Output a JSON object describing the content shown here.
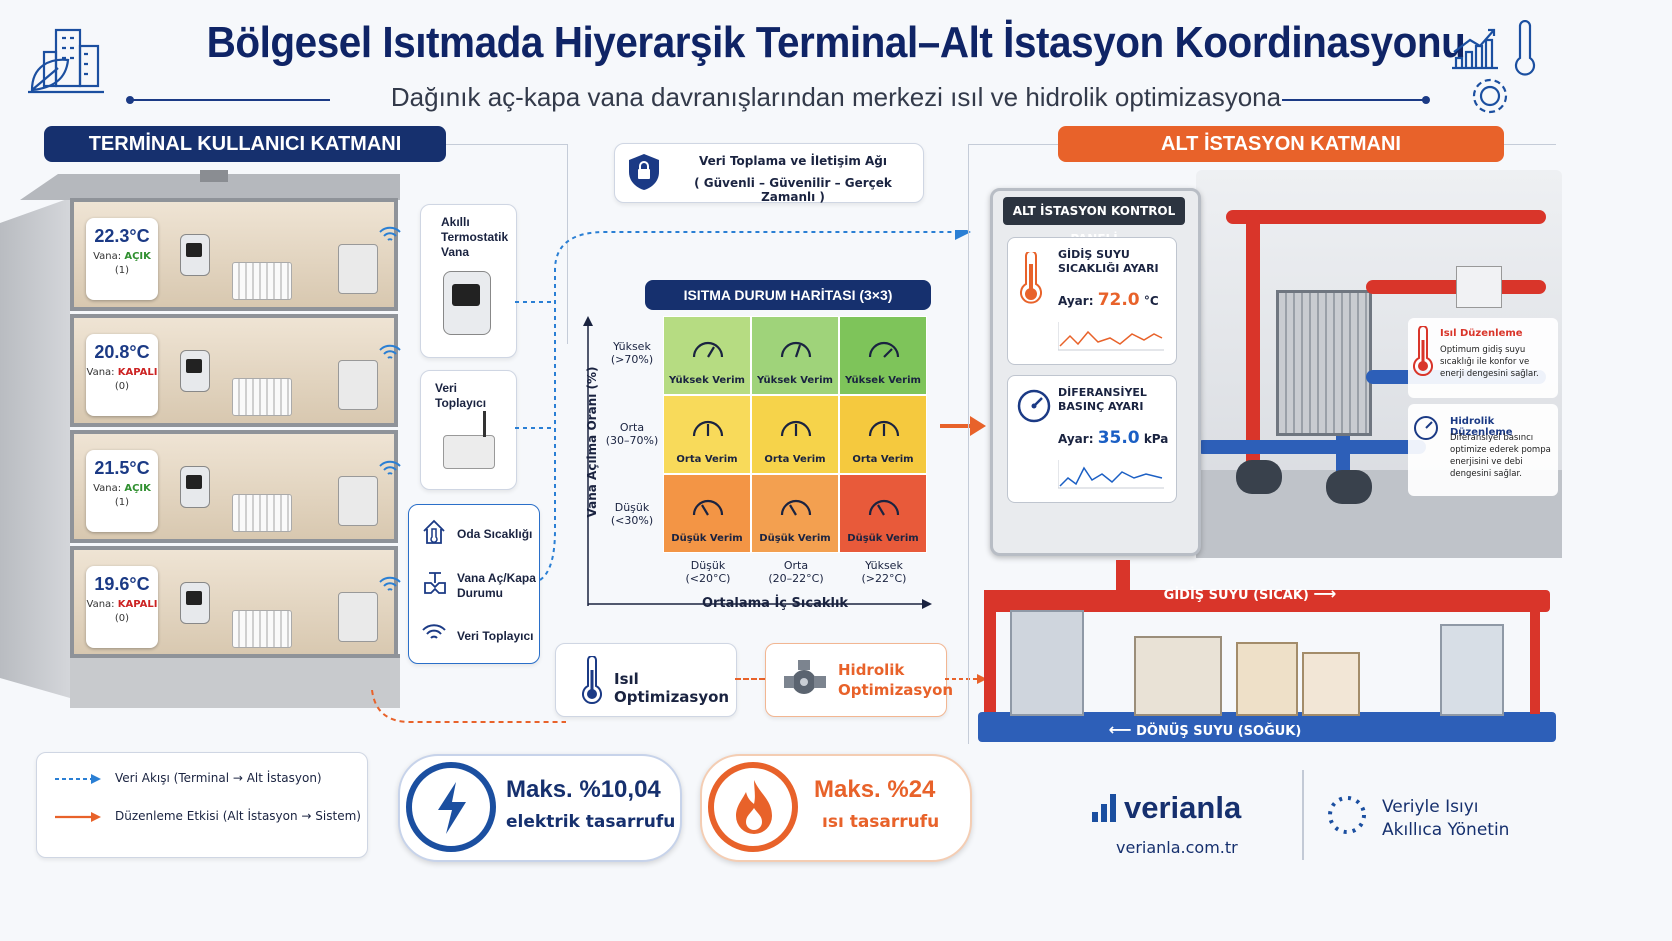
{
  "header": {
    "title": "Bölgesel Isıtmada Hiyerarşik Terminal–Alt İstasyon Koordinasyonu",
    "subtitle": "Dağınık aç-kapa vana davranışlarından merkezi ısıl ve hidrolik optimizasyona",
    "icons": [
      "city-leaf-icon",
      "chart-thermometer-gear-icon"
    ]
  },
  "terminal_layer": {
    "header": "TERMİNAL KULLANICI KATMANI",
    "floors": [
      {
        "temp": "22.3°C",
        "valve_label": "Vana:",
        "valve_state": "AÇIK",
        "code": "(1)"
      },
      {
        "temp": "20.8°C",
        "valve_label": "Vana:",
        "valve_state": "KAPALI",
        "code": "(0)"
      },
      {
        "temp": "21.5°C",
        "valve_label": "Vana:",
        "valve_state": "AÇIK",
        "code": "(1)"
      },
      {
        "temp": "19.6°C",
        "valve_label": "Vana:",
        "valve_state": "KAPALI",
        "code": "(0)"
      }
    ],
    "devices": {
      "thermostat": "Akıllı Termostatik Vana",
      "collector": "Veri Toplayıcı"
    },
    "legend_items": [
      "Oda Sıcaklığı",
      "Vana Aç/Kapa Durumu",
      "Veri Toplayıcı"
    ]
  },
  "network": {
    "title": "Veri Toplama ve İletişim Ağı",
    "subtitle": "( Güvenli – Güvenilir – Gerçek Zamanlı )"
  },
  "heatmap": {
    "title": "ISITMA DURUM HARİTASI (3×3)",
    "y_axis": "Vana Açılma Oranı (%)",
    "x_axis": "Ortalama İç Sıcaklık",
    "rows": [
      {
        "label": "Yüksek",
        "range": "(>70%)"
      },
      {
        "label": "Orta",
        "range": "(30–70%)"
      },
      {
        "label": "Düşük",
        "range": "(<30%)"
      }
    ],
    "cols": [
      {
        "label": "Düşük",
        "range": "(<20°C)"
      },
      {
        "label": "Orta",
        "range": "(20–22°C)"
      },
      {
        "label": "Yüksek",
        "range": "(>22°C)"
      }
    ],
    "cells": [
      [
        "Yüksek Verim",
        "Yüksek Verim",
        "Yüksek Verim"
      ],
      [
        "Orta Verim",
        "Orta Verim",
        "Orta Verim"
      ],
      [
        "Düşük Verim",
        "Düşük Verim",
        "Düşük Verim"
      ]
    ]
  },
  "optimization": {
    "thermal": "Isıl Optimizasyon",
    "hydraulic_line1": "Hidrolik",
    "hydraulic_line2": "Optimizasyon"
  },
  "substation_layer": {
    "header": "ALT İSTASYON KATMANI",
    "panel_title": "ALT İSTASYON KONTROL PANELİ",
    "supply": {
      "title_line1": "GİDİŞ SUYU",
      "title_line2": "SICAKLIĞI AYARI",
      "set_label": "Ayar:",
      "value": "72.0",
      "unit": "°C"
    },
    "pressure": {
      "title_line1": "DİFERANSİYEL",
      "title_line2": "BASINÇ AYARI",
      "set_label": "Ayar:",
      "value": "35.0",
      "unit": "kPa"
    },
    "notes": [
      {
        "title": "Isıl Düzenleme",
        "text": "Optimum gidiş suyu sıcaklığı ile konfor ve enerji dengesini sağlar."
      },
      {
        "title": "Hidrolik Düzenleme",
        "text": "Diferansiyel basıncı optimize ederek pompa enerjisini ve debi dengesini sağlar."
      }
    ],
    "supply_pipe": "GİDİŞ SUYU (SICAK)",
    "return_pipe": "DÖNÜŞ SUYU (SOĞUK)"
  },
  "legend": {
    "data_flow": "Veri Akışı (Terminal → Alt İstasyon)",
    "control_effect": "Düzenleme Etkisi (Alt İstasyon → Sistem)"
  },
  "savings": {
    "electric_line1": "Maks. %10,04",
    "electric_line2": "elektrik tasarrufu",
    "heat_line1": "Maks. %24",
    "heat_line2": "ısı tasarrufu"
  },
  "brand": {
    "name": "verianla",
    "url": "verianla.com.tr",
    "slogan_line1": "Veriyle Isıyı",
    "slogan_line2": "Akıllıca Yönetin"
  },
  "colors": {
    "navy": "#16306e",
    "orange": "#e8622a",
    "red": "#d9352a",
    "blue": "#2d5fb8"
  }
}
